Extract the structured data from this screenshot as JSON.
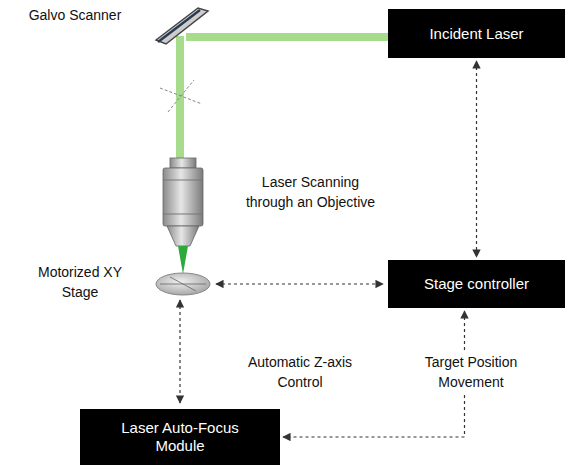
{
  "diagram": {
    "nodes": [
      {
        "text": [
          "Incident Laser"
        ]
      },
      {
        "text": [
          "Stage controller"
        ]
      },
      {
        "text": [
          "Laser Auto-Focus Module"
        ]
      }
    ],
    "edges": [
      {
        "from": 0,
        "to": 1,
        "arrow": "both"
      },
      {
        "from": 1,
        "to": 2,
        "arrow": "both"
      }
    ],
    "labels": [
      "Galvo Scanner",
      "Laser Scanning through an Objective",
      "Motorized XY Stage",
      "Automatic Z-axis Control",
      "Target Position Movement"
    ]
  }
}
